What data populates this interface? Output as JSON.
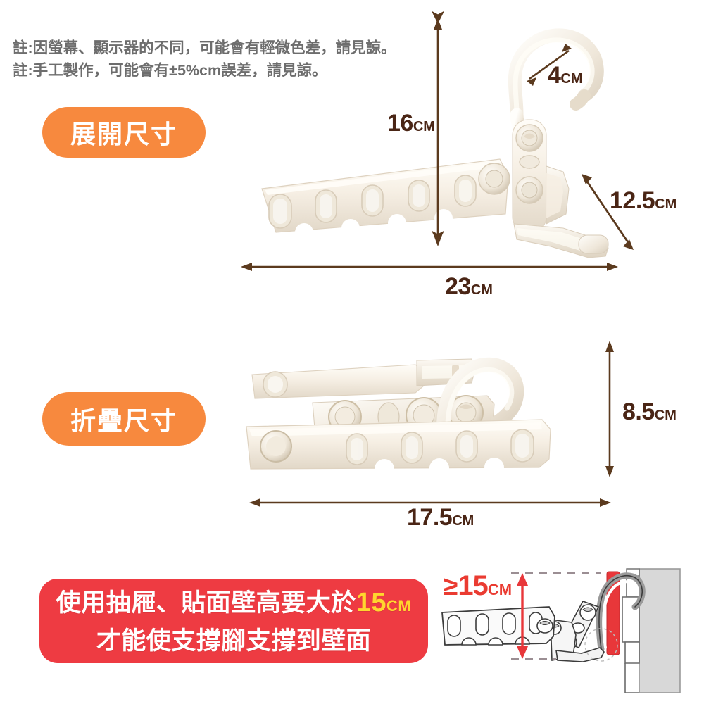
{
  "notes": {
    "line1": "註:因螢幕、顯示器的不同，可能會有輕微色差，請見諒。",
    "line2": "註:手工製作，可能會有±5%cm誤差，請見諒。"
  },
  "labels": {
    "expanded_pill": "展開尺寸",
    "folded_pill": "折疊尺寸"
  },
  "dimensions": {
    "expanded": {
      "height": {
        "value": "16",
        "unit": "CM"
      },
      "hook": {
        "value": "4",
        "unit": "CM"
      },
      "depth": {
        "value": "12.5",
        "unit": "CM"
      },
      "width": {
        "value": "23",
        "unit": "CM"
      }
    },
    "folded": {
      "height": {
        "value": "8.5",
        "unit": "CM"
      },
      "width": {
        "value": "17.5",
        "unit": "CM"
      }
    }
  },
  "banner": {
    "line1_prefix": "使用抽屜、貼面壁高要大於",
    "line1_value": "15",
    "line1_unit": "CM",
    "line2": "才能使支撐腳支撐到壁面"
  },
  "schematic": {
    "ge_symbol": "≥",
    "value": "15",
    "unit": "CM"
  },
  "colors": {
    "pill_orange": "#f7893e",
    "dimension_brown": "#4a2515",
    "arrow_brown": "#5b3a1e",
    "banner_red": "#ee3b42",
    "banner_highlight": "#ffd62e",
    "schematic_red": "#ea3b31",
    "note_gray": "#6d6d6d",
    "product_cream": "#f3ece1"
  }
}
